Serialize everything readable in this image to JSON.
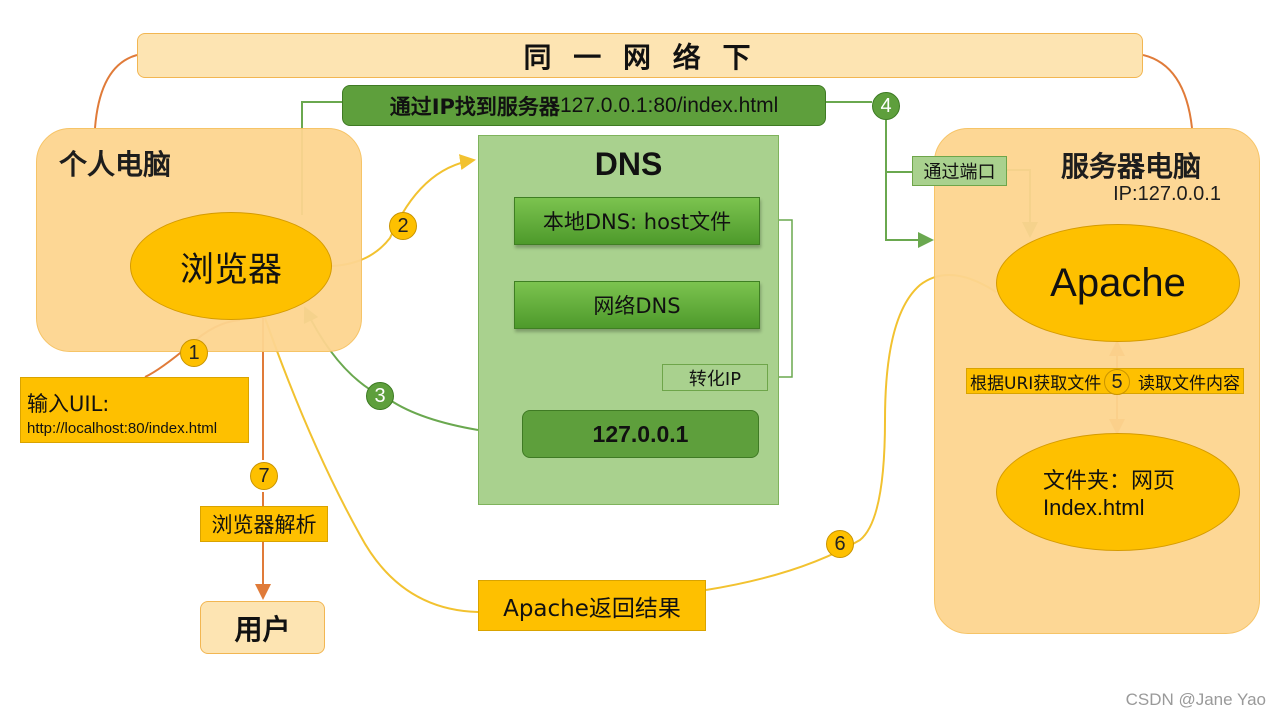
{
  "network": {
    "title": "同 一 网 络 下"
  },
  "pc": {
    "title": "个人电脑",
    "browser_label": "浏览器"
  },
  "server": {
    "title": "服务器电脑",
    "ip_label": "IP:127.0.0.1",
    "apache_label": "Apache",
    "folder_line1": "文件夹：网页",
    "folder_line2": "Index.html"
  },
  "dns": {
    "title": "DNS",
    "local_dns": "本地DNS: host文件",
    "net_dns": "网络DNS",
    "convert_ip": "转化IP",
    "result_ip": "127.0.0.1"
  },
  "labels": {
    "find_server_bold": "通过IP找到服务器",
    "find_server_rest": "127.0.0.1:80/index.html",
    "via_port": "通过端口",
    "input_title": "输入UIL:",
    "input_url": "http://localhost:80/index.html",
    "read_uri": "根据URI获取文件",
    "read_content": "读取文件内容",
    "browser_parse": "浏览器解析",
    "user": "用户",
    "apache_return": "Apache返回结果",
    "watermark": "CSDN @Jane Yao"
  },
  "steps": [
    "1",
    "2",
    "3",
    "4",
    "5",
    "6",
    "7"
  ],
  "colors": {
    "orange_line": "#e07b39",
    "green_line": "#6aa84f",
    "yellow_line": "#f2c230"
  }
}
